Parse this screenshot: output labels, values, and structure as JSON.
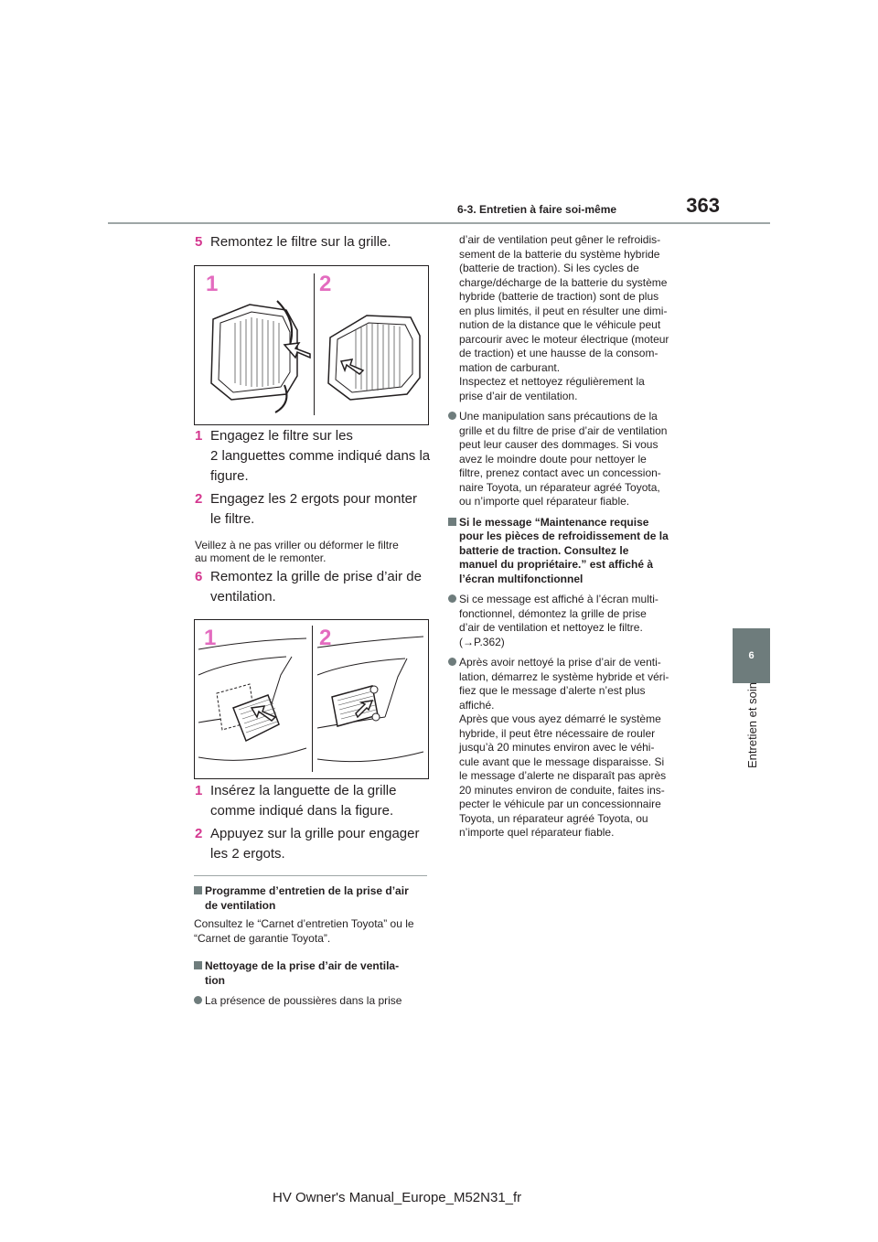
{
  "header": {
    "page_number": "363",
    "section": "6-3. Entretien à faire soi-même"
  },
  "tab": {
    "chapter_number": "6",
    "chapter_label": "Entretien et soin"
  },
  "left": {
    "step5": {
      "number": "5",
      "text": "Remontez le filtre sur la grille."
    },
    "figure1": {
      "label1": "1",
      "label2": "2"
    },
    "substeps_a": [
      {
        "number": "1",
        "lines": [
          "Engagez le filtre sur les",
          "2 languettes comme indiqué dans la",
          "figure."
        ]
      },
      {
        "number": "2",
        "lines": [
          "Engagez les 2 ergots pour monter",
          "le filtre."
        ]
      }
    ],
    "note": [
      "Veillez à ne pas vriller ou déformer le filtre",
      "au moment de le remonter."
    ],
    "step6": {
      "number": "6",
      "lines": [
        "Remontez la grille de prise d’air de",
        "ventilation."
      ]
    },
    "figure2": {
      "label1": "1",
      "label2": "2"
    },
    "substeps_b": [
      {
        "number": "1",
        "lines": [
          "Insérez la languette de la grille",
          "comme indiqué dans la figure."
        ]
      },
      {
        "number": "2",
        "lines": [
          "Appuyez sur la grille pour engager",
          "les 2 ergots."
        ]
      }
    ],
    "section1": {
      "heading": [
        "Programme d’entretien de la prise d’air",
        "de ventilation"
      ],
      "body": [
        "Consultez le “Carnet d’entretien Toyota” ou le",
        "“Carnet de garantie Toyota”."
      ]
    },
    "section2": {
      "heading": [
        "Nettoyage de la prise d’air de ventila-",
        "tion"
      ],
      "bullet": "La présence de poussières dans la prise"
    }
  },
  "right": {
    "continued": [
      "d’air de ventilation peut gêner le refroidis-",
      "sement de la batterie du système hybride",
      "(batterie de traction). Si les cycles de",
      "charge/décharge de la batterie du système",
      "hybride (batterie de traction) sont de plus",
      "en plus limités, il peut en résulter une dimi-",
      "nution de la distance que le véhicule peut",
      "parcourir avec le moteur électrique (moteur",
      "de traction) et une hausse de la consom-",
      "mation de carburant.",
      "Inspectez et nettoyez régulièrement la",
      "prise d’air de ventilation."
    ],
    "bullet1": [
      "Une manipulation sans précautions de la",
      "grille et du filtre de prise d’air de ventilation",
      "peut leur causer des dommages. Si vous",
      "avez le moindre doute pour nettoyer le",
      "filtre, prenez contact avec un concession-",
      "naire Toyota, un réparateur agréé Toyota,",
      "ou n’importe quel réparateur fiable."
    ],
    "heading": [
      "Si le message “Maintenance requise",
      "pour les pièces de refroidissement de la",
      "batterie de traction. Consultez le",
      "manuel du propriétaire.” est affiché à",
      "l’écran multifonctionnel"
    ],
    "bullet2": [
      "Si ce message est affiché à l’écran multi-",
      "fonctionnel, démontez la grille de prise",
      "d’air de ventilation et nettoyez le filtre.",
      "(→P.362)"
    ],
    "bullet3": [
      "Après avoir nettoyé la prise d’air de venti-",
      "lation, démarrez le système hybride et véri-",
      "fiez que le message d’alerte n’est plus",
      "affiché.",
      "Après que vous ayez démarré le système",
      "hybride, il peut être nécessaire de rouler",
      "jusqu’à 20 minutes environ avec le véhi-",
      "cule avant que le message disparaisse. Si",
      "le message d’alerte ne disparaît pas après",
      "20 minutes environ de conduite, faites ins-",
      "pecter le véhicule par un concessionnaire",
      "Toyota, un réparateur agréé Toyota, ou",
      "n’importe quel réparateur fiable."
    ]
  },
  "footer": "HV Owner's Manual_Europe_M52N31_fr"
}
